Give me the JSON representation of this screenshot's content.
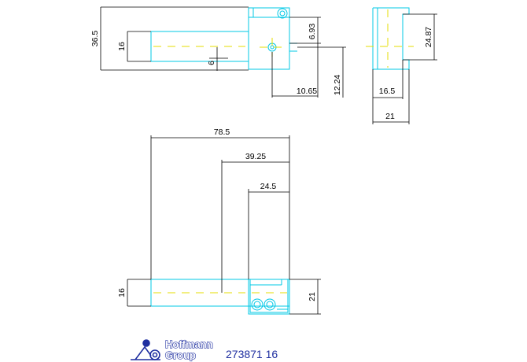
{
  "colors": {
    "outline": "#00c8e6",
    "centerline": "#e6dc00",
    "dimension": "#000000",
    "brand": "#1f2fa0"
  },
  "dimensions": {
    "d36_5": "36.5",
    "d16_top": "16",
    "d6": "6",
    "d6_93": "6.93",
    "d10_65": "10.65",
    "d12_24": "12.24",
    "d24_87": "24.87",
    "d16_5": "16.5",
    "d21_right": "21",
    "d78_5": "78.5",
    "d39_25": "39.25",
    "d24_5": "24.5",
    "d16_bottom": "16",
    "d21_bottom": "21"
  },
  "footer": {
    "logo_line1": "Hoffmann",
    "logo_line2": "Group",
    "part_number": "273871 16"
  },
  "icons": {
    "logo": "hoffmann-group-logo"
  }
}
